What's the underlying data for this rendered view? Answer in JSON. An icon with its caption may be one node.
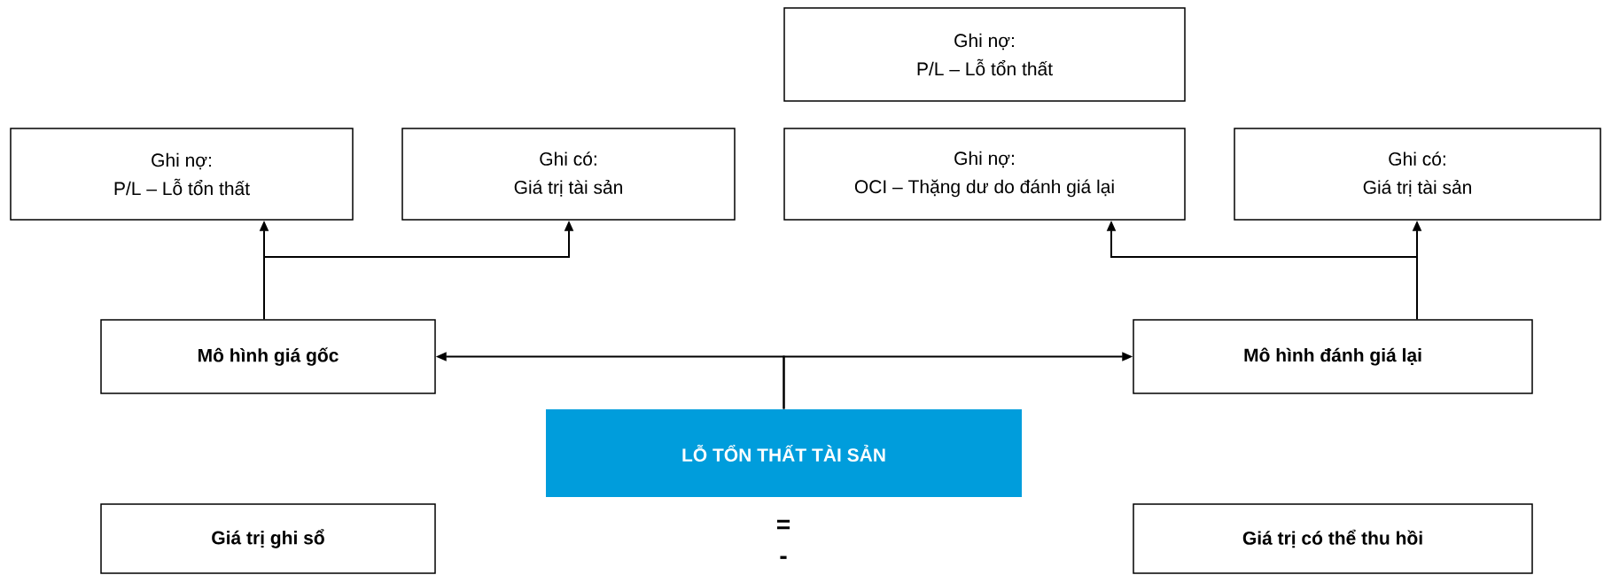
{
  "diagram": {
    "nodes": [
      {
        "text": [
          "Ghi nợ:",
          "P/L – Lỗ tổn thất"
        ]
      },
      {
        "text": [
          "Ghi nợ:",
          "P/L – Lỗ tổn thất"
        ]
      },
      {
        "text": [
          "Ghi có:",
          "Giá trị tài sản"
        ]
      },
      {
        "text": [
          "Ghi nợ:",
          "OCI – Thặng dư do đánh giá lại"
        ]
      },
      {
        "text": [
          "Ghi có:",
          "Giá trị tài sản"
        ]
      },
      {
        "text": [
          "Mô hình giá gốc"
        ]
      },
      {
        "text": [
          "Mô hình đánh giá lại"
        ]
      },
      {
        "text": [
          "LỖ TỔN THẤT TÀI SẢN"
        ]
      },
      {
        "text": [
          "Giá trị ghi sổ"
        ]
      },
      {
        "text": [
          "Giá trị có thể thu hồi"
        ]
      }
    ],
    "edges": [
      {
        "from": 5,
        "to": 1,
        "arrow": "to"
      },
      {
        "from": 5,
        "to": 2,
        "arrow": "to"
      },
      {
        "from": 7,
        "to": 5,
        "arrow": "to"
      },
      {
        "from": 7,
        "to": 6,
        "arrow": "to"
      },
      {
        "from": 6,
        "to": 3,
        "arrow": "to"
      },
      {
        "from": 6,
        "to": 4,
        "arrow": "to"
      }
    ],
    "labels": [
      "=",
      "-"
    ]
  }
}
